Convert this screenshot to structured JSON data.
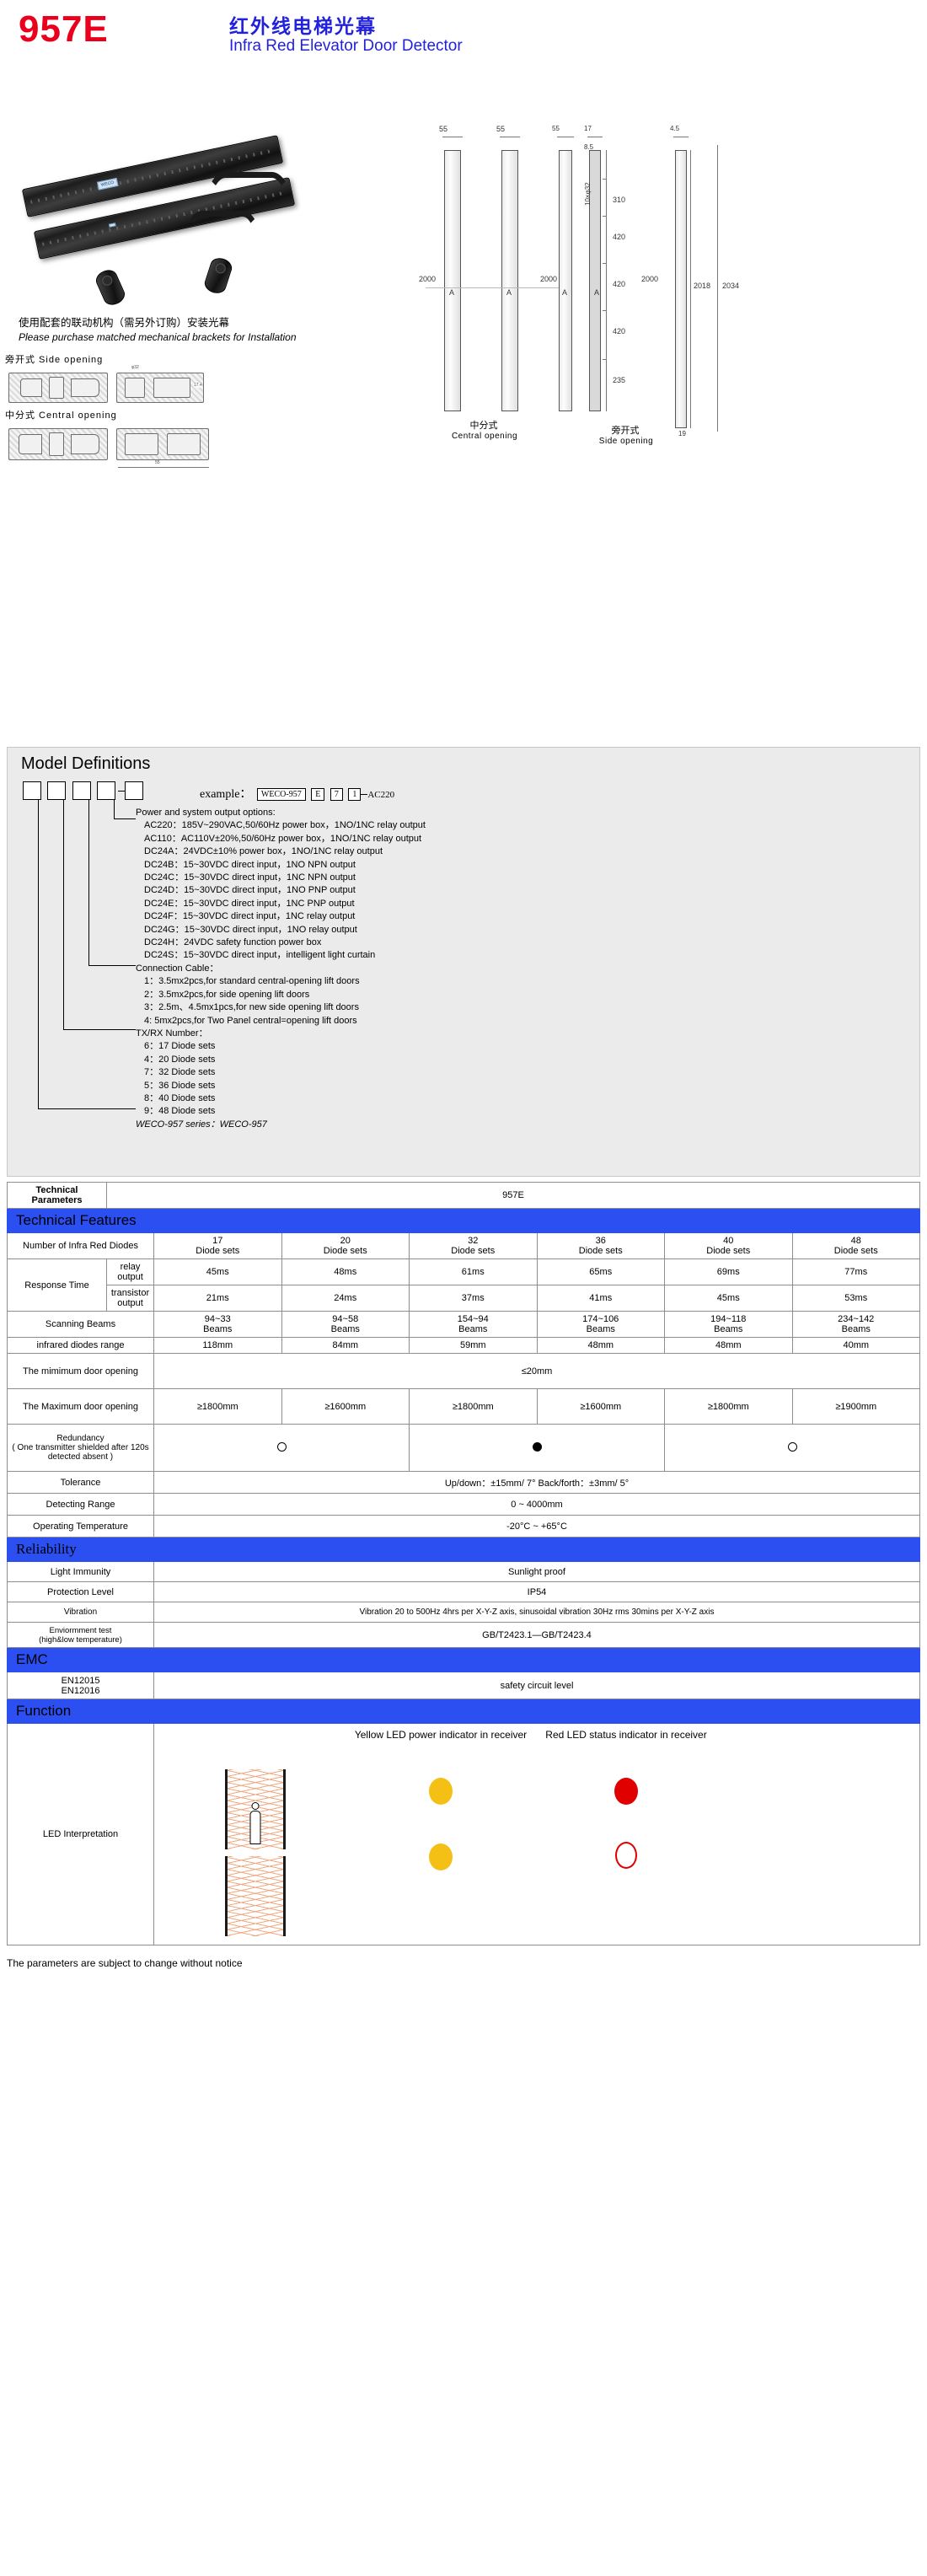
{
  "header": {
    "model_code": "957E",
    "title_cn": "红外线电梯光幕",
    "title_en": "Infra Red Elevator Door Detector"
  },
  "photo": {
    "label_text": "WECO"
  },
  "install_note": {
    "cn": "使用配套的联动机构（需另外订购）安装光幕",
    "en": "Please purchase matched mechanical brackets for Installation"
  },
  "profiles": {
    "side_opening": "旁开式 Side opening",
    "central_opening": "中分式 Central opening",
    "dim_55": "55",
    "dim_32": "φ32",
    "dim_174": "17.4"
  },
  "drawings": {
    "top_dims": [
      "55",
      "55",
      "55",
      "17",
      "4.5"
    ],
    "sub_dims": [
      "8.5",
      "19"
    ],
    "hole_note": "10×φ32",
    "segments": [
      "310",
      "420",
      "420",
      "420",
      "235"
    ],
    "lengths": [
      "2000",
      "2000",
      "2000",
      "2018",
      "2034"
    ],
    "section_marks": [
      "A",
      "A",
      "A",
      "A"
    ],
    "caption_central_cn": "中分式",
    "caption_central_en": "Central opening",
    "caption_side_cn": "旁开式",
    "caption_side_en": "Side opening"
  },
  "model_definitions": {
    "title": "Model Definitions",
    "example_label": "example：",
    "example_boxes": [
      "WECO-957",
      "E",
      "7",
      "1"
    ],
    "example_suffix": "AC220",
    "box_count": 5,
    "groups": [
      {
        "lead": "Power and system output options:",
        "items": [
          "AC220：185V~290VAC,50/60Hz power box，1NO/1NC relay output",
          "AC110：AC110V±20%,50/60Hz power box，1NO/1NC relay output",
          "DC24A：24VDC±10% power box，1NO/1NC relay output",
          "DC24B：15~30VDC direct input，1NO NPN output",
          "DC24C：15~30VDC direct input，1NC NPN output",
          "DC24D：15~30VDC direct input，1NO PNP output",
          "DC24E：15~30VDC direct input，1NC PNP output",
          "DC24F：15~30VDC direct input，1NC relay output",
          "DC24G：15~30VDC direct input，1NO relay output",
          "DC24H：24VDC safety function power box",
          "DC24S：15~30VDC direct input，intelligent light curtain"
        ]
      },
      {
        "lead": "Connection Cable：",
        "items": [
          "1：3.5mx2pcs,for standard central-opening lift doors",
          "2：3.5mx2pcs,for side opening lift doors",
          "3：2.5m、4.5mx1pcs,for new side opening lift doors",
          "4: 5mx2pcs,for Two Panel central=opening lift doors"
        ]
      },
      {
        "lead": "TX/RX Number：",
        "items": [
          "6：17 Diode sets",
          "4：20 Diode sets",
          "7：32 Diode sets",
          "5：36 Diode sets",
          "8：40 Diode sets",
          "9：48 Diode sets"
        ]
      },
      {
        "lead": "WECO-957 series：WECO-957",
        "items": []
      }
    ]
  },
  "spec_table": {
    "param_header": "Technical Parameters",
    "param_value": "957E",
    "sections": {
      "technical_features": "Technical Features",
      "reliability": "Reliability",
      "emc": "EMC",
      "function": "Function"
    },
    "diode_row": {
      "label": "Number of Infra Red Diodes",
      "values": [
        "17\nDiode sets",
        "20\nDiode sets",
        "32\nDiode sets",
        "36\nDiode sets",
        "40\nDiode sets",
        "48\nDiode sets"
      ]
    },
    "response_time": {
      "label": "Response Time",
      "relay_label": "relay output",
      "relay_values": [
        "45ms",
        "48ms",
        "61ms",
        "65ms",
        "69ms",
        "77ms"
      ],
      "transistor_label": "transistor output",
      "transistor_values": [
        "21ms",
        "24ms",
        "37ms",
        "41ms",
        "45ms",
        "53ms"
      ]
    },
    "scanning_beams": {
      "label": "Scanning Beams",
      "values": [
        "94~33\nBeams",
        "94~58\nBeams",
        "154~94\nBeams",
        "174~106\nBeams",
        "194~118\nBeams",
        "234~142\nBeams"
      ]
    },
    "diodes_range": {
      "label": "infrared diodes range",
      "values": [
        "118mm",
        "84mm",
        "59mm",
        "48mm",
        "48mm",
        "40mm"
      ]
    },
    "min_opening": {
      "label": "The mimimum door opening",
      "value": "≤20mm"
    },
    "max_opening": {
      "label": "The Maximum door opening",
      "values": [
        "≥1800mm",
        "≥1600mm",
        "≥1800mm",
        "≥1600mm",
        "≥1800mm",
        "≥1900mm"
      ]
    },
    "redundancy": {
      "label": "Redundancy\n( One transmitter shielded after 120s detected absent )",
      "marks": [
        "open",
        "filled",
        "open"
      ]
    },
    "tolerance": {
      "label": "Tolerance",
      "value": "Up/down：±15mm/ 7°    Back/forth：±3mm/ 5°"
    },
    "detecting_range": {
      "label": "Detecting Range",
      "value": "0 ~ 4000mm"
    },
    "operating_temp": {
      "label": "Operating Temperature",
      "value": "-20°C ~ +65°C"
    },
    "light_immunity": {
      "label": "Light Immunity",
      "value": "Sunlight proof"
    },
    "protection_level": {
      "label": "Protection Level",
      "value": "IP54"
    },
    "vibration": {
      "label": "Vibration",
      "value": "Vibration 20 to 500Hz 4hrs per X-Y-Z axis, sinusoidal vibration 30Hz rms 30mins per X-Y-Z axis"
    },
    "env_test": {
      "label": "Enviormment test\n(high&low temperature)",
      "value": "GB/T2423.1—GB/T2423.4"
    },
    "en_standard": {
      "label": "EN12015\nEN12016",
      "value": "safety circuit level"
    },
    "led_row": {
      "label": "LED Interpretation",
      "yellow_header": "Yellow LED power indicator in receiver",
      "red_header": "Red LED status indicator in receiver"
    }
  },
  "footnote": "The parameters are subject to change without notice",
  "colors": {
    "accent_blue": "#2b4ff0",
    "model_red": "#e8001c",
    "title_blue": "#2222dd",
    "led_yellow": "#f5c016",
    "led_red": "#e10000",
    "beam_orange": "#f0a882"
  }
}
